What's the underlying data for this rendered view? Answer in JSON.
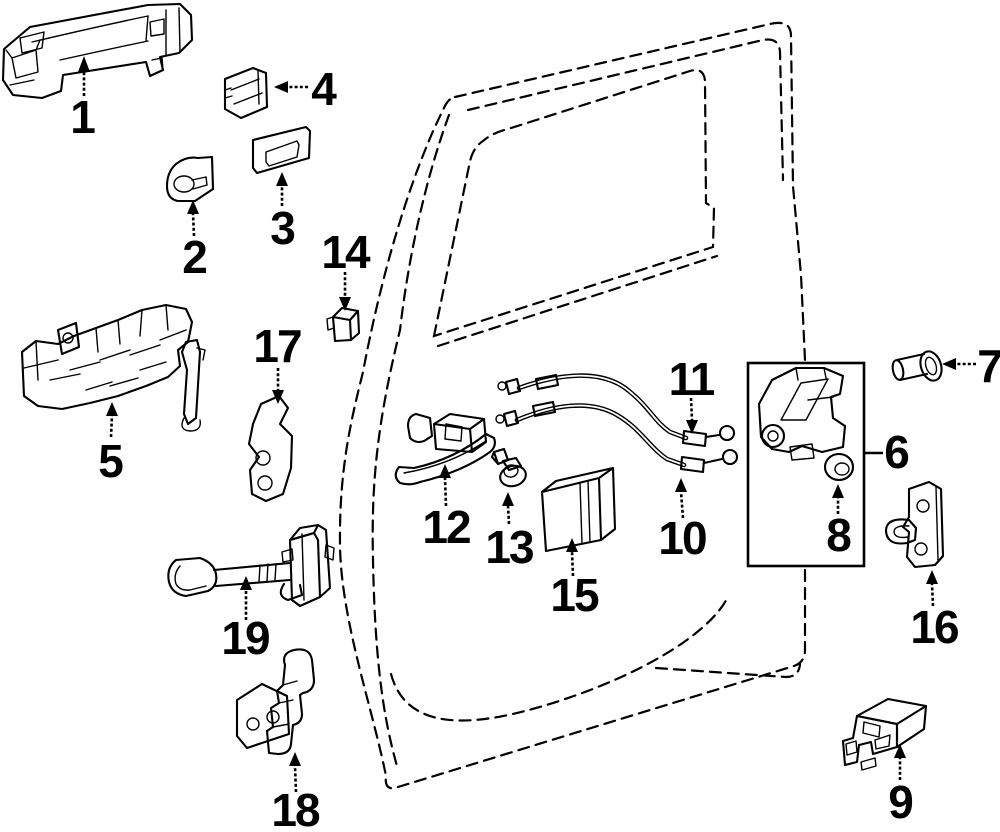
{
  "figure": {
    "background_color": "#ffffff",
    "line_color": "#000000"
  },
  "callouts": [
    {
      "number": "1"
    },
    {
      "number": "2"
    },
    {
      "number": "3"
    },
    {
      "number": "4"
    },
    {
      "number": "5"
    },
    {
      "number": "6"
    },
    {
      "number": "7"
    },
    {
      "number": "8"
    },
    {
      "number": "9"
    },
    {
      "number": "10"
    },
    {
      "number": "11"
    },
    {
      "number": "12"
    },
    {
      "number": "13"
    },
    {
      "number": "14"
    },
    {
      "number": "15"
    },
    {
      "number": "16"
    },
    {
      "number": "17"
    },
    {
      "number": "18"
    },
    {
      "number": "19"
    }
  ]
}
